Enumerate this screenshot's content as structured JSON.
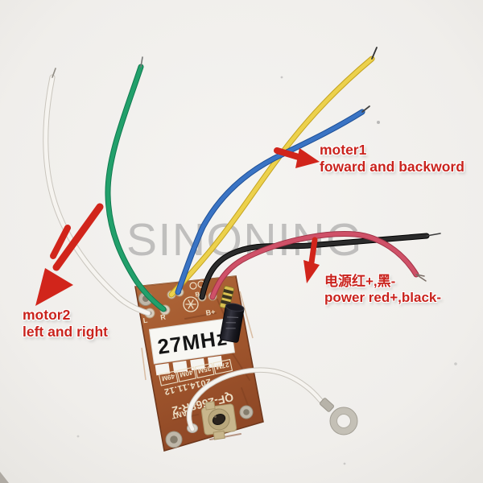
{
  "image": {
    "type": "product-photo",
    "subject": "27MHz RC toy remote control receiver circuit board with motor, power and antenna wires",
    "background_color": "#f1efec"
  },
  "watermark": {
    "text": "SINONING",
    "color": "#8c8c8c"
  },
  "annotations": {
    "accent_color": "#d1251b",
    "moter1": {
      "line1": "moter1",
      "line2": "foward and backword"
    },
    "motor2": {
      "line1": "motor2",
      "line2": "left and right"
    },
    "power": {
      "line1": "电源红+,黑-",
      "line2": "power red+,black-"
    }
  },
  "board": {
    "sticker_label": "27MHz",
    "frequency_options": [
      "27M",
      "35M",
      "40M",
      "49M"
    ],
    "date_code": "2014.11.12",
    "model_code": "QF-2668R-2",
    "antenna_label": "ANT",
    "pad_labels": {
      "left": "L",
      "right": "R",
      "battery_plus": "B+",
      "battery_minus": "B-"
    },
    "board_color": "#a4592e",
    "silkscreen_color": "#ecdfc6"
  },
  "wires": {
    "white_motor2": "#f6f4f0",
    "green_motor2": "#22a06b",
    "yellow_moter1": "#ecd14c",
    "blue_moter1": "#3a74c4",
    "black_power": "#262626",
    "red_power": "#cf5168",
    "white_antenna": "#f6f4f0"
  }
}
